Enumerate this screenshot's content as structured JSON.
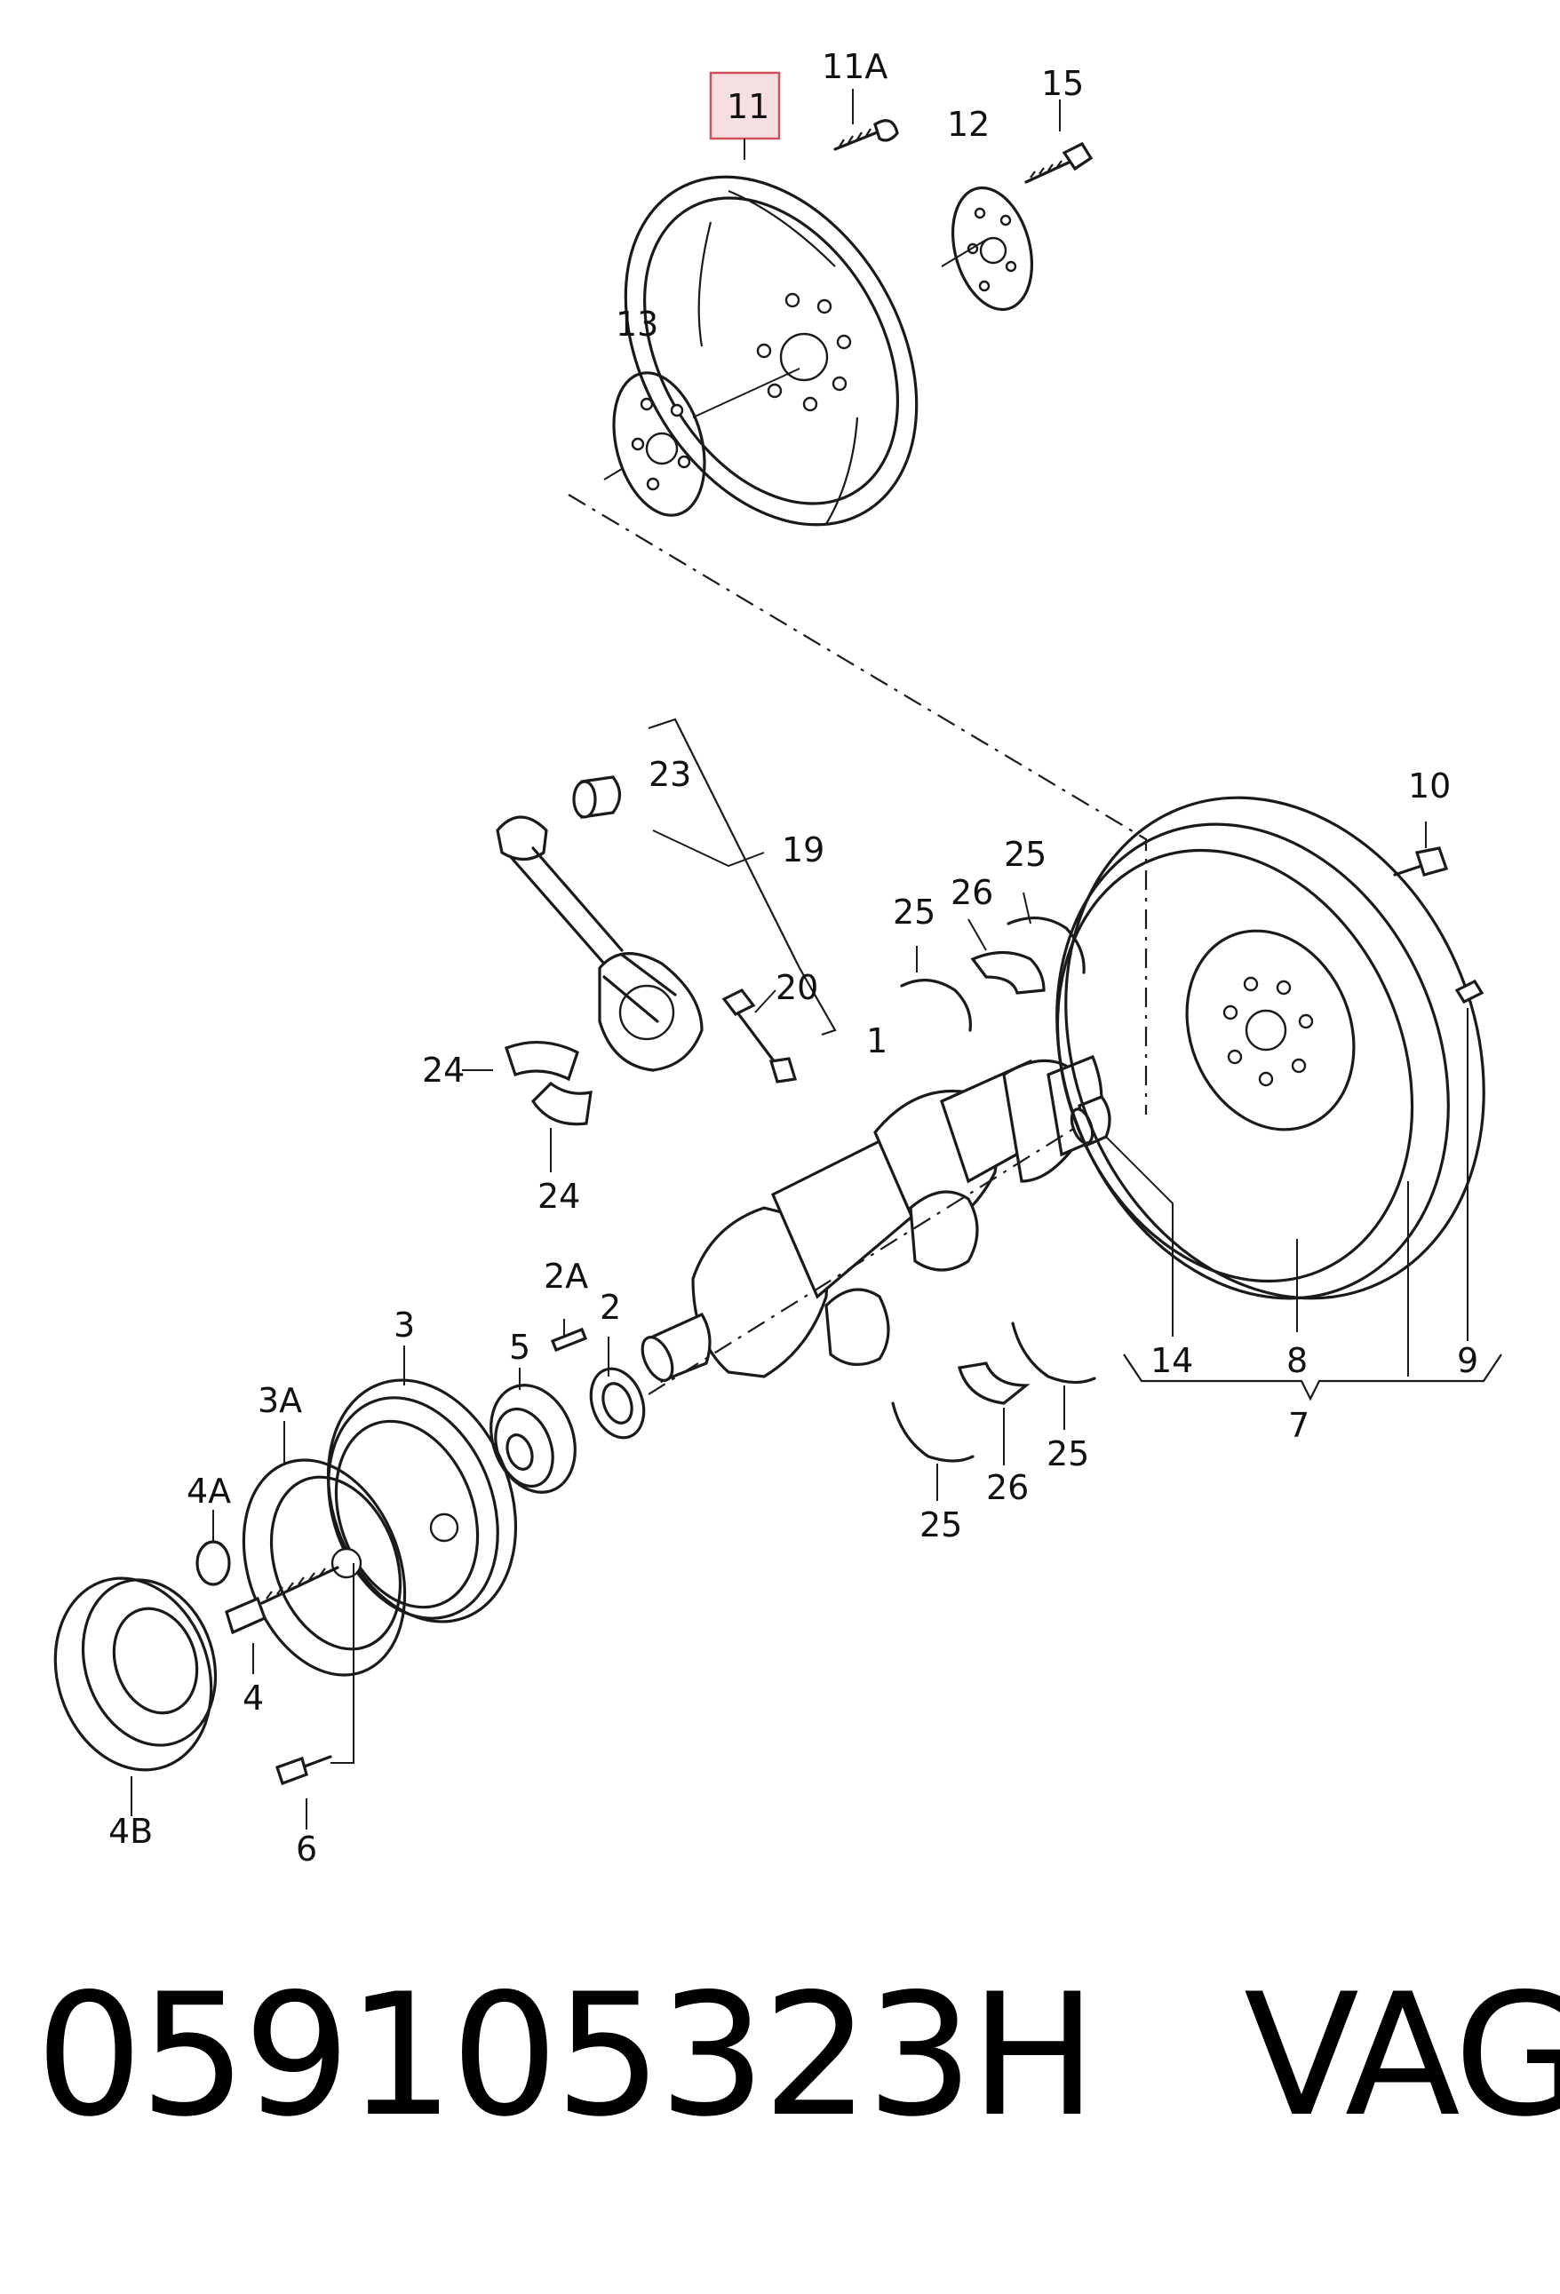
{
  "caption": {
    "part_number": "059105323H",
    "brand": "VAG"
  },
  "labels": {
    "l11": "11",
    "l11A": "11A",
    "l15": "15",
    "l12": "12",
    "l13": "13",
    "l23": "23",
    "l19": "19",
    "l20": "20",
    "l24a": "24",
    "l24b": "24",
    "l10": "10",
    "l25a": "25",
    "l26a": "26",
    "l25b": "25",
    "l1": "1",
    "l2A": "2A",
    "l2": "2",
    "l3": "3",
    "l5": "5",
    "l3A": "3A",
    "l4A": "4A",
    "l4": "4",
    "l4B": "4B",
    "l6": "6",
    "l14": "14",
    "l8": "8",
    "l9": "9",
    "l7": "7",
    "l25c": "25",
    "l26b": "26",
    "l25d": "25"
  },
  "highlighted_callout": "11",
  "colors": {
    "highlight_fill": "#f6dfe2",
    "highlight_stroke": "#d0505a",
    "ink": "#1a1a1a"
  }
}
